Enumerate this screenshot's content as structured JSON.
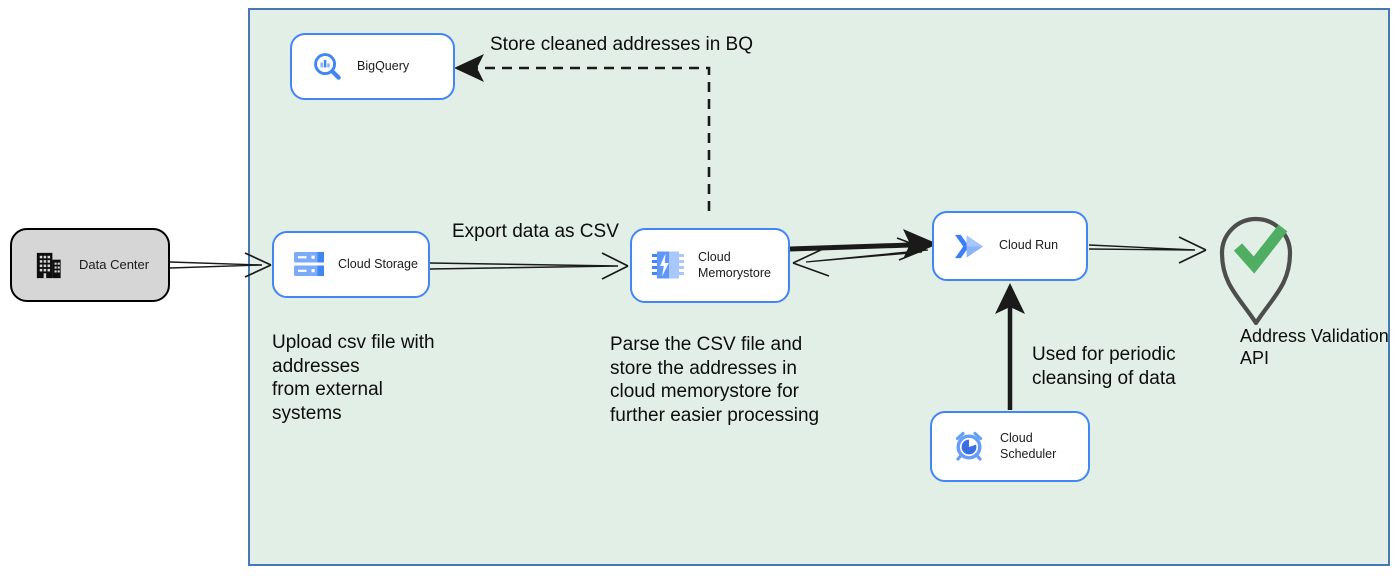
{
  "nodes": {
    "datacenter": {
      "label": "Data Center"
    },
    "bigquery": {
      "label": "BigQuery"
    },
    "storage": {
      "label": "Cloud Storage"
    },
    "memorystore": {
      "label": "Cloud Memorystore"
    },
    "run": {
      "label": "Cloud Run"
    },
    "scheduler": {
      "label": "Cloud Scheduler"
    },
    "address_api": {
      "label": "Address Validation API"
    }
  },
  "annotations": {
    "store_bq": "Store cleaned addresses in BQ",
    "export_csv": "Export data as CSV",
    "upload": "Upload csv file with\naddresses\nfrom external\nsystems",
    "parse": "Parse the CSV file and\nstore the addresses in\ncloud  memorystore for\nfurther easier processing",
    "periodic": "Used for periodic\ncleansing of data"
  },
  "colors": {
    "container_fill": "#e2efe6",
    "container_border": "#4679b4",
    "node_border": "#4285f4",
    "node_fill": "#ffffff",
    "datacenter_fill": "#d6d6d6",
    "arrow": "#1a1a1a",
    "pin_outline": "#4d4d4d",
    "check_green": "#4fae62",
    "gcp_blue": "#4285f4",
    "gcp_blue_light": "#8ab4f8"
  }
}
